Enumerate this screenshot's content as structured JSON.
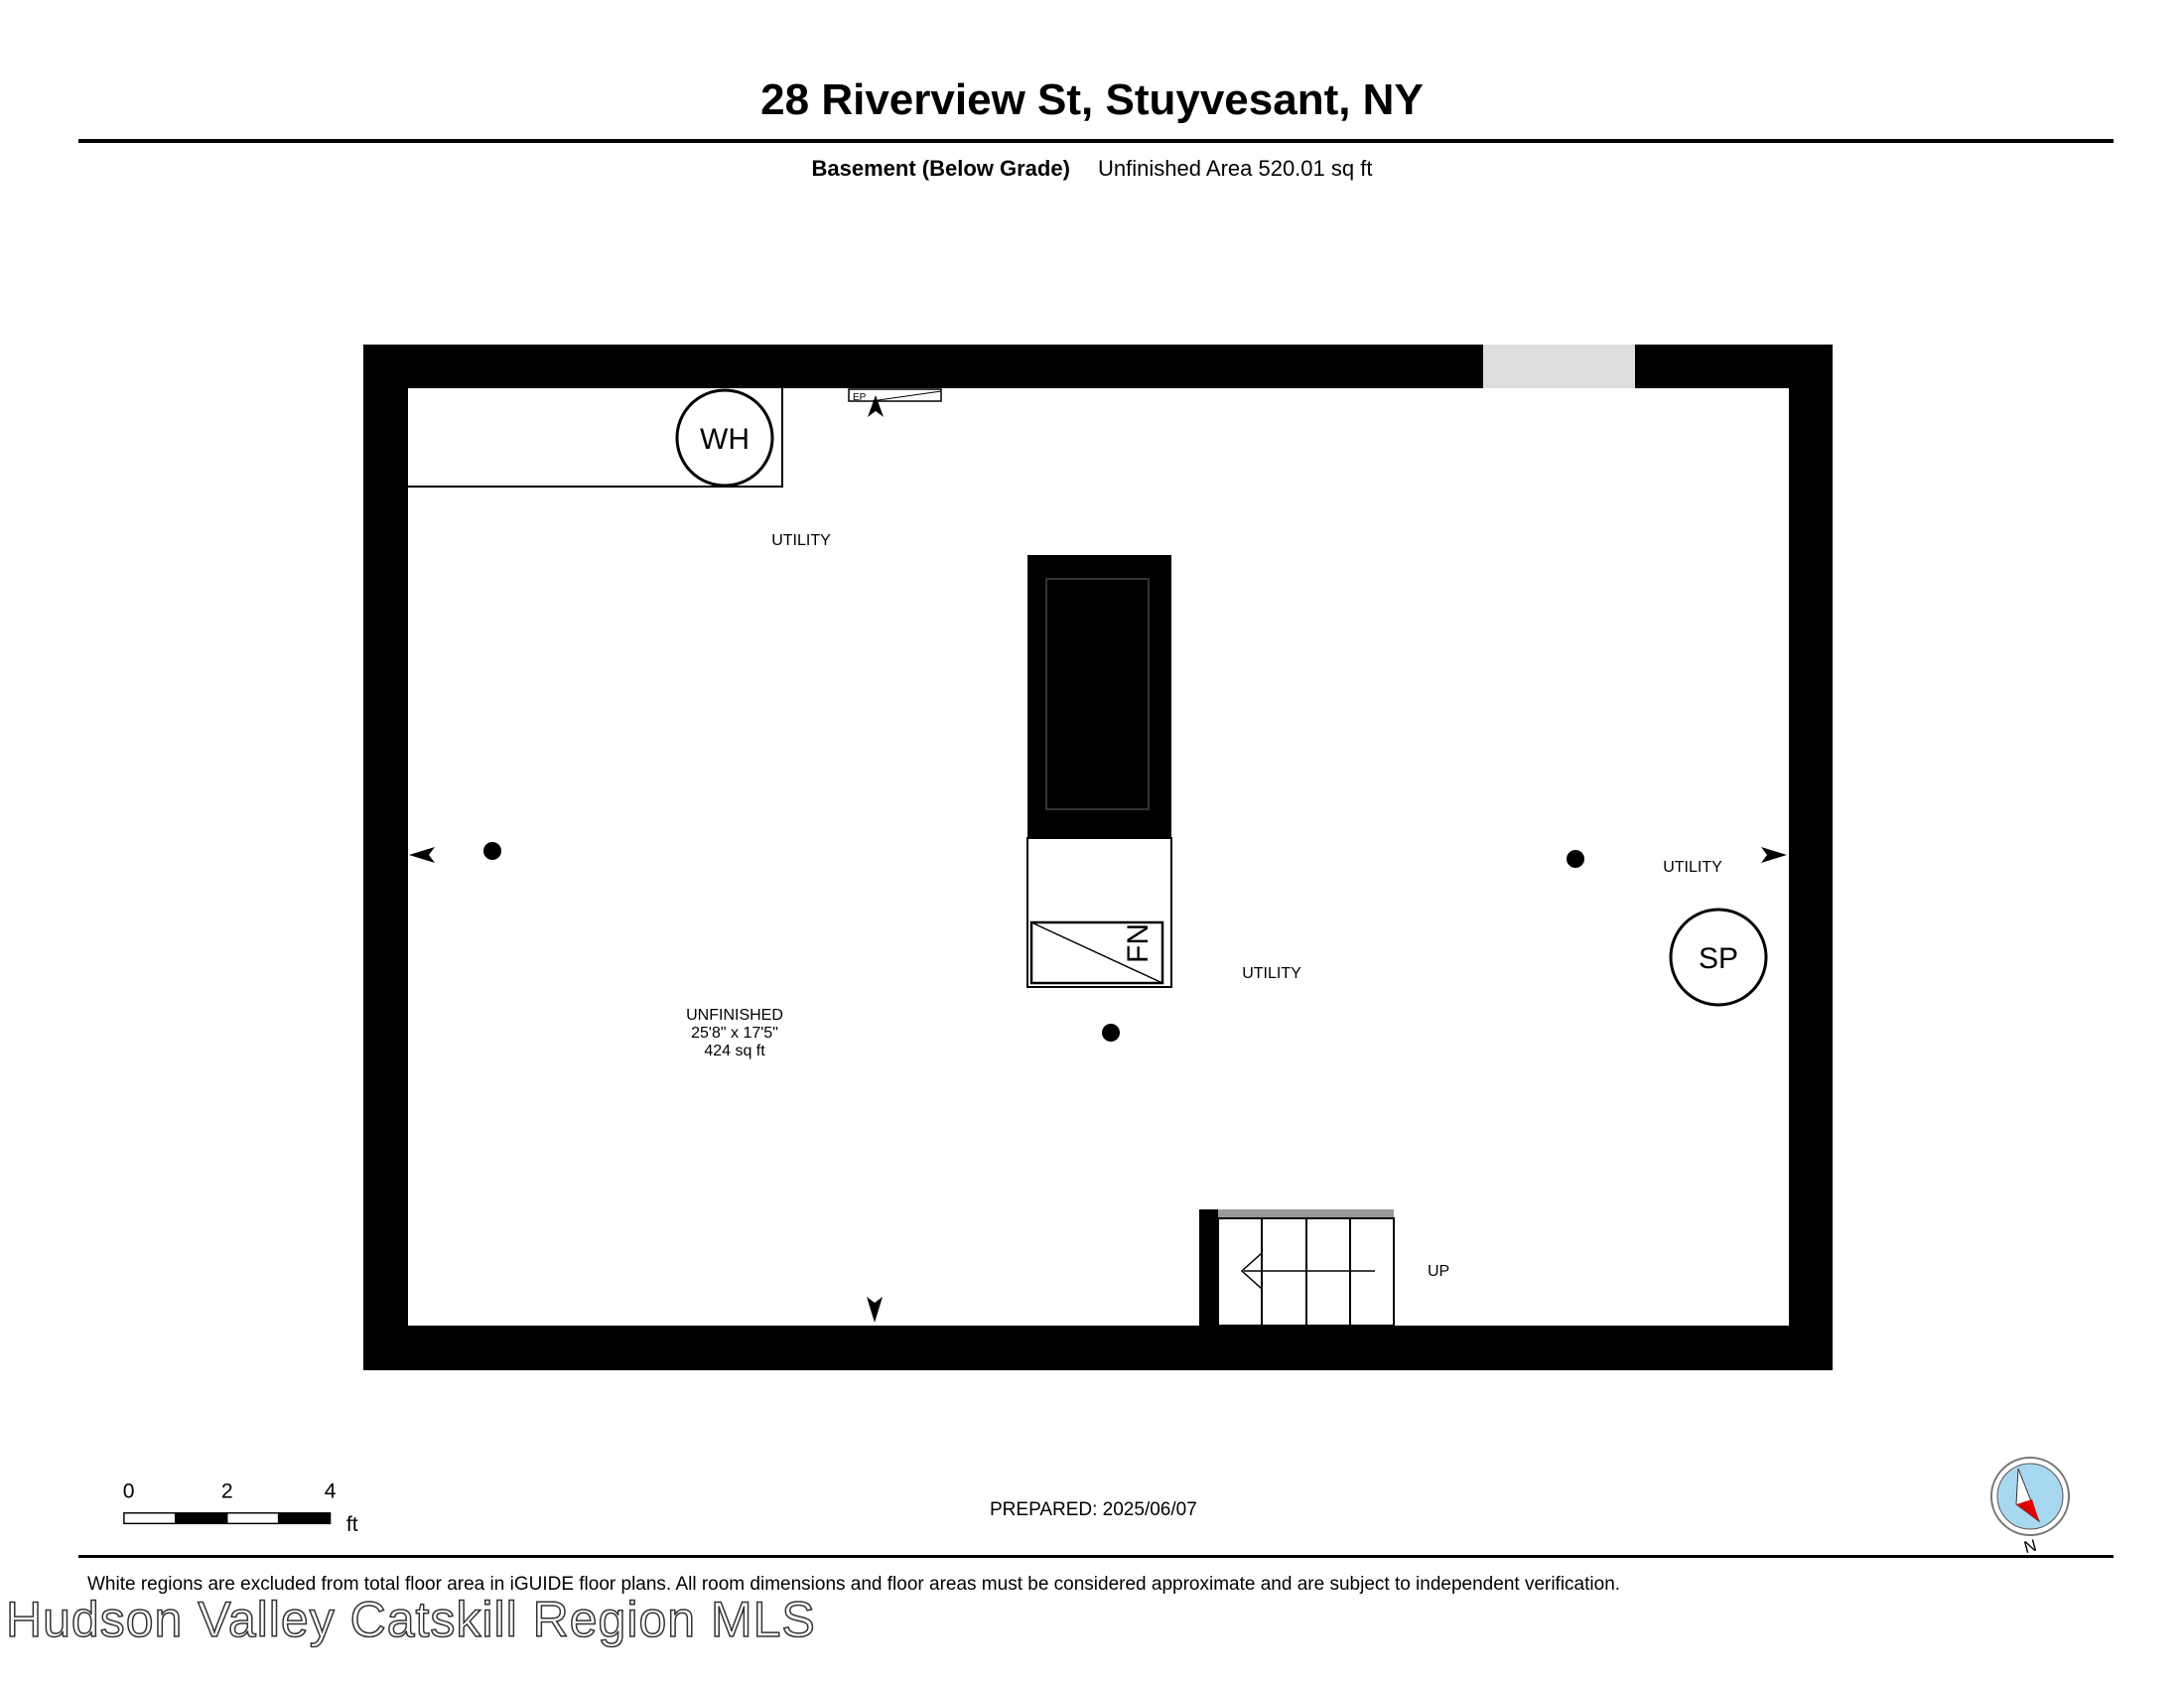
{
  "header": {
    "title": "28 Riverview St, Stuyvesant, NY",
    "level_name": "Basement (Below Grade)",
    "area_summary": "Unfinished Area 520.01 sq ft"
  },
  "plan": {
    "fixtures": {
      "water_heater": "WH",
      "sump_pump": "SP",
      "furnace": "FN",
      "electrical_panel": "EP"
    },
    "labels": {
      "utility_top": "UTILITY",
      "utility_center": "UTILITY",
      "utility_right": "UTILITY",
      "stairs": "UP"
    },
    "room": {
      "name": "UNFINISHED",
      "dimensions": "25'8\" x 17'5\"",
      "area": "424 sq ft"
    }
  },
  "scale": {
    "ticks": [
      "0",
      "2",
      "4"
    ],
    "unit": "ft"
  },
  "footer": {
    "prepared": "PREPARED: 2025/06/07",
    "disclaimer": "White regions are excluded from total floor area in iGUIDE floor plans. All room dimensions and floor areas must be considered approximate and are subject to independent verification.",
    "watermark": "Hudson Valley Catskill Region MLS",
    "compass_label": "N"
  },
  "colors": {
    "wall": "#000000",
    "window": "#dddddd",
    "compass_sky": "#a8d8f0",
    "compass_needle": "#e00000"
  }
}
